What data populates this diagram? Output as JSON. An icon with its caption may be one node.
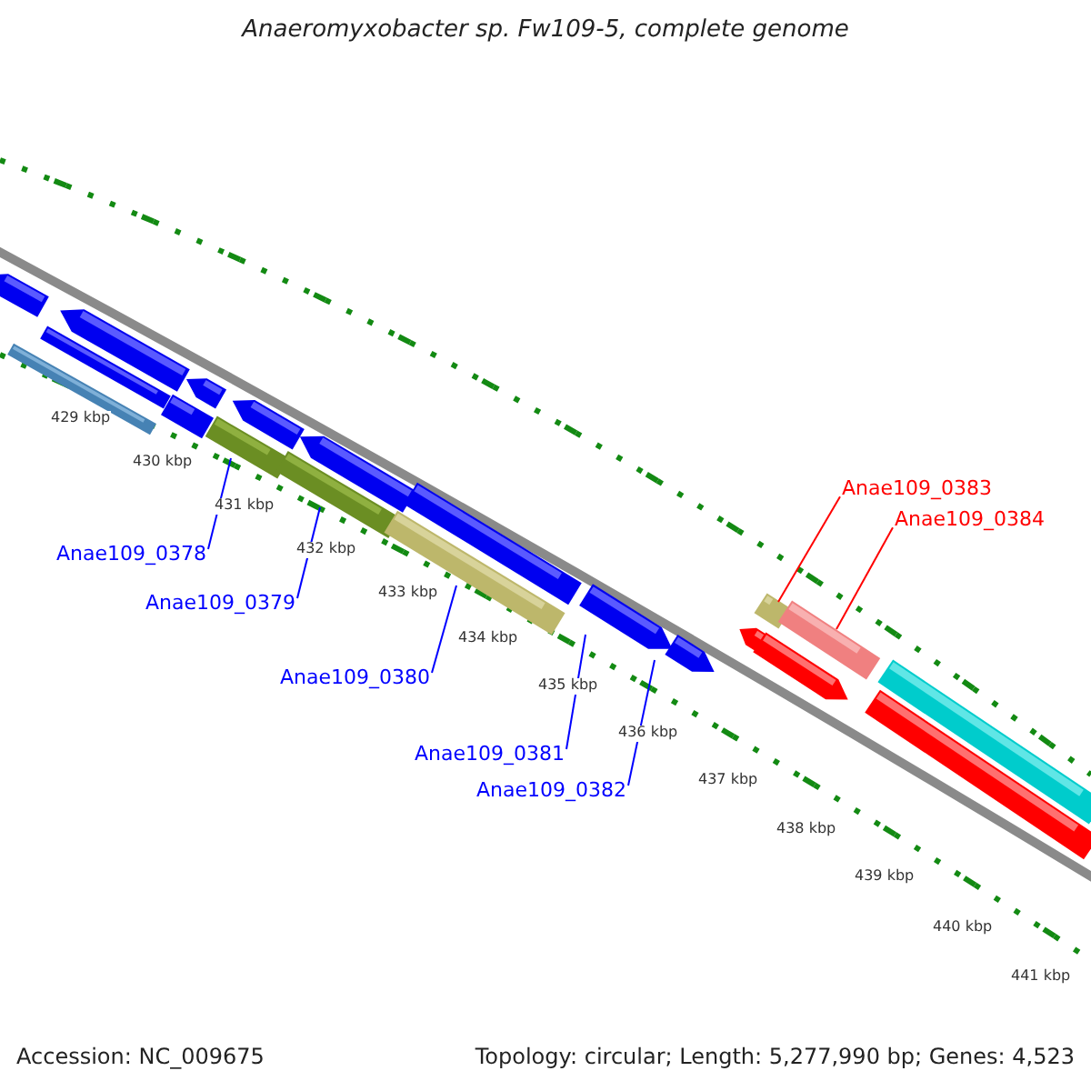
{
  "diagram": {
    "title": "Anaeromyxobacter sp. Fw109-5, complete genome",
    "nodes": [
      {
        "text": [
          "Anae109_0378"
        ]
      },
      {
        "text": [
          "Anae109_0379"
        ]
      },
      {
        "text": [
          "Anae109_0380"
        ]
      },
      {
        "text": [
          "Anae109_0381"
        ]
      },
      {
        "text": [
          "Anae109_0382"
        ]
      },
      {
        "text": [
          "Anae109_0383"
        ]
      },
      {
        "text": [
          "Anae109_0384"
        ]
      },
      {
        "text": [],
        "shape": "bar"
      },
      {
        "text": [],
        "shape": "bar"
      },
      {
        "text": [],
        "shape": "bar"
      },
      {
        "text": [],
        "shape": "bar"
      },
      {
        "text": [],
        "shape": "bar"
      },
      {
        "text": [],
        "shape": "bar"
      },
      {
        "text": [],
        "shape": "bar"
      }
    ],
    "edges": [
      {
        "from": 0,
        "to": 7,
        "arrow": "none"
      },
      {
        "from": 1,
        "to": 8,
        "arrow": "none"
      },
      {
        "from": 2,
        "to": 9,
        "arrow": "none"
      },
      {
        "from": 3,
        "to": 10,
        "arrow": "none"
      },
      {
        "from": 4,
        "to": 11,
        "arrow": "none"
      },
      {
        "from": 5,
        "to": 12,
        "arrow": "none",
        "color": "#ff0000"
      },
      {
        "from": 6,
        "to": 13,
        "arrow": "none",
        "color": "#ff0000"
      }
    ],
    "labels": [
      "429 kbp",
      "430 kbp",
      "431 kbp",
      "432 kbp",
      "433 kbp",
      "434 kbp",
      "435 kbp",
      "436 kbp",
      "437 kbp",
      "438 kbp",
      "439 kbp",
      "440 kbp",
      "441 kbp",
      "Accession: NC_009675",
      "Topology: circular; Length: 5,277,990 bp; Genes: 4,523"
    ]
  }
}
